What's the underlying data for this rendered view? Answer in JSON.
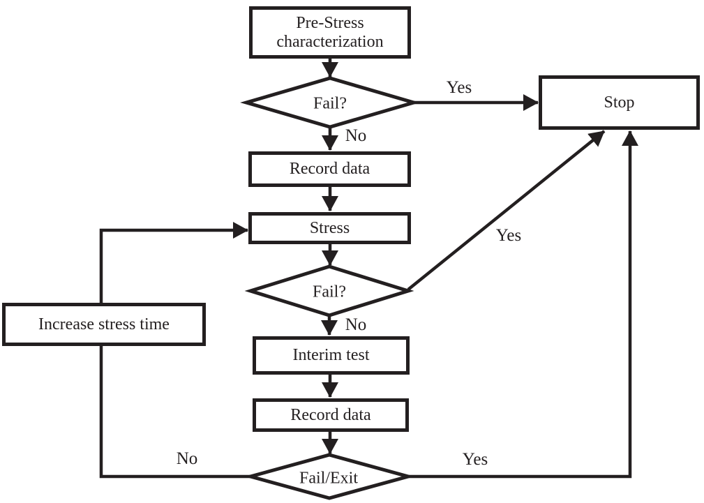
{
  "diagram": {
    "type": "flowchart",
    "nodes": {
      "pre_stress": {
        "label": "Pre-Stress characterization",
        "shape": "rectangle"
      },
      "fail1": {
        "label": "Fail?",
        "shape": "diamond"
      },
      "stop": {
        "label": "Stop",
        "shape": "rectangle"
      },
      "record_data_1": {
        "label": "Record data",
        "shape": "rectangle"
      },
      "stress": {
        "label": "Stress",
        "shape": "rectangle"
      },
      "fail2": {
        "label": "Fail?",
        "shape": "diamond"
      },
      "interim_test": {
        "label": "Interim test",
        "shape": "rectangle"
      },
      "record_data_2": {
        "label": "Record data",
        "shape": "rectangle"
      },
      "fail_exit": {
        "label": "Fail/Exit",
        "shape": "diamond"
      },
      "increase_stress_time": {
        "label": "Increase stress time",
        "shape": "rectangle"
      }
    },
    "edge_labels": {
      "fail1_yes": "Yes",
      "fail1_no": "No",
      "fail2_yes": "Yes",
      "fail2_no": "No",
      "fail_exit_no": "No",
      "fail_exit_yes": "Yes"
    },
    "colors": {
      "line": "#231f20",
      "background": "#ffffff"
    }
  }
}
